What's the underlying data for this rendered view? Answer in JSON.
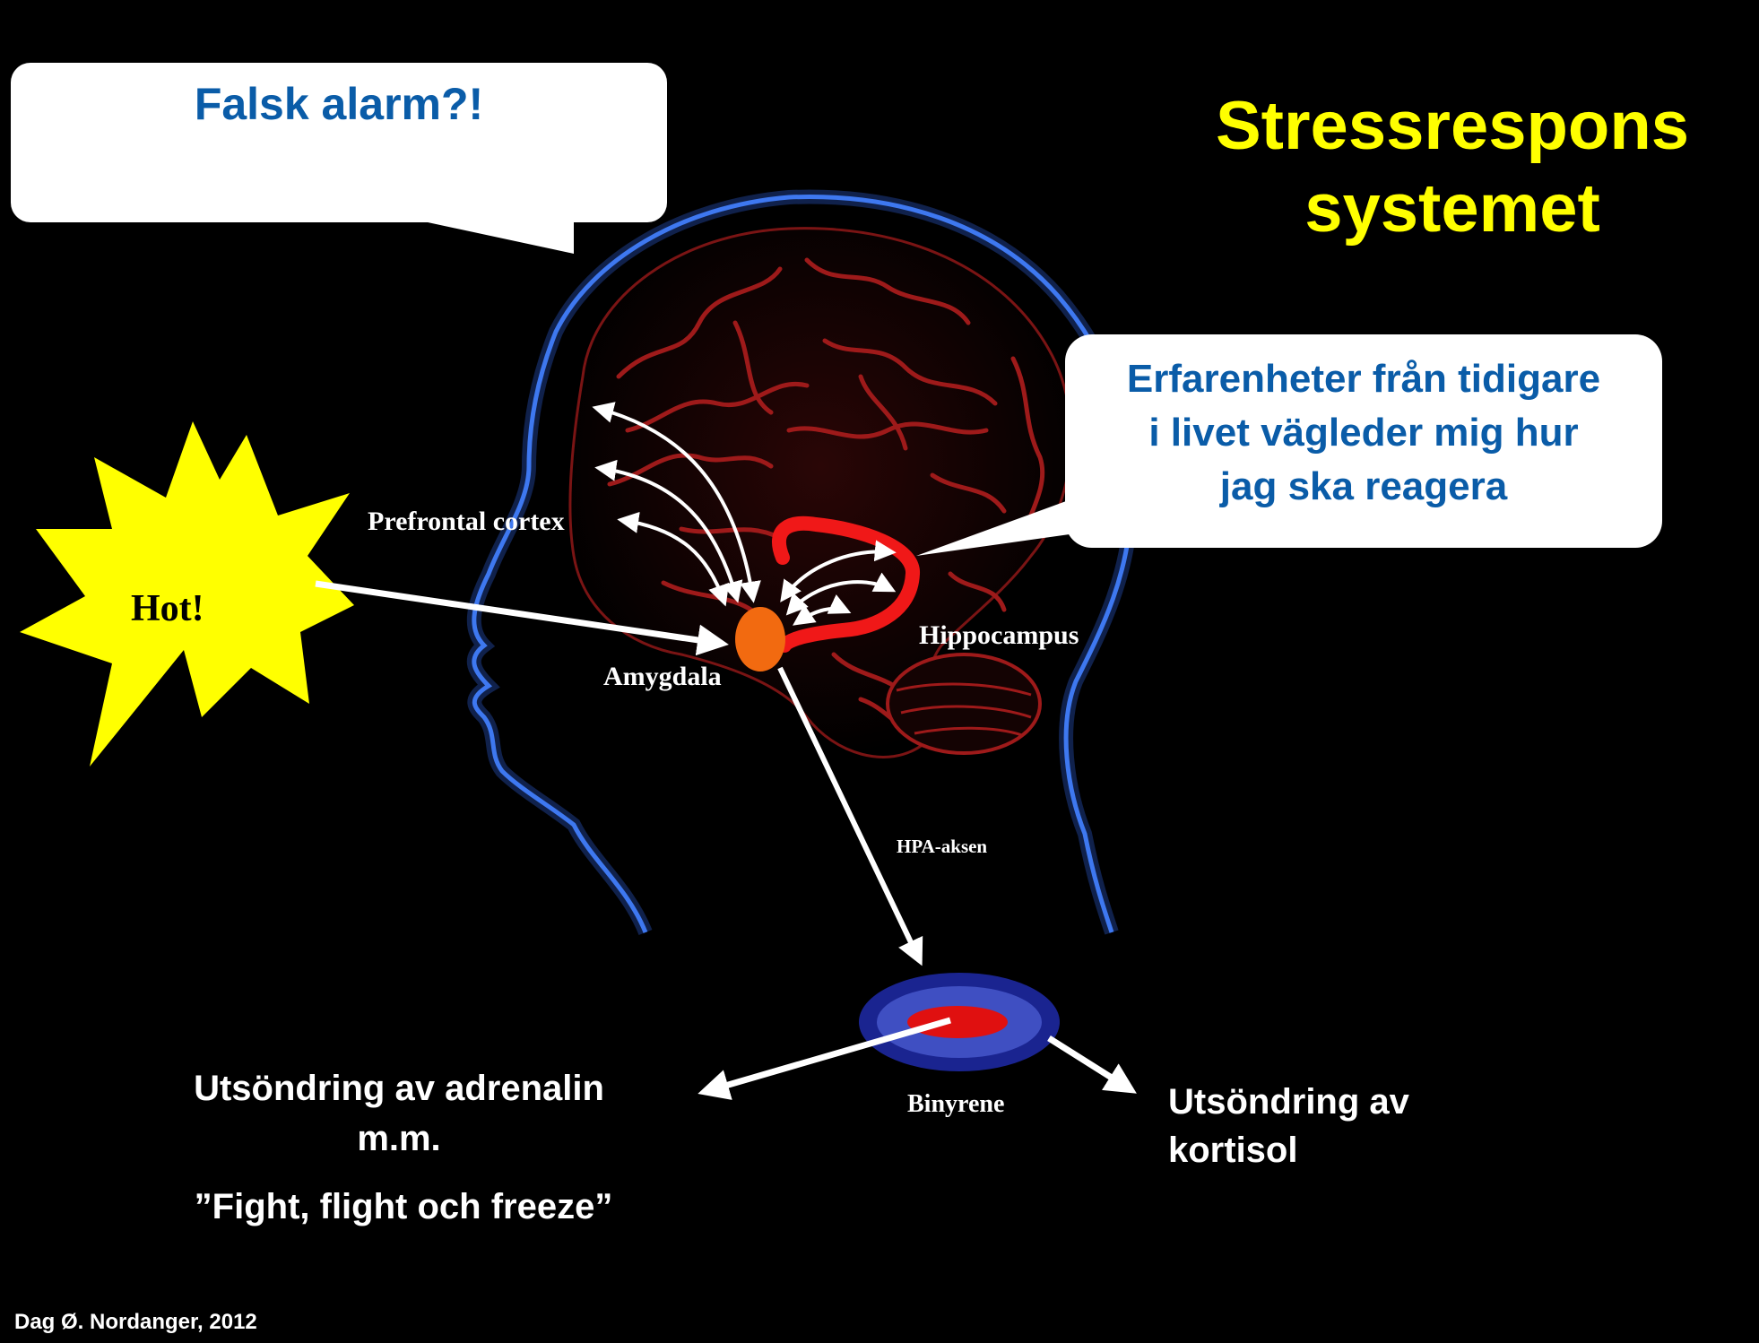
{
  "title": {
    "line1": "Stressrespons",
    "line2": "systemet"
  },
  "bubble_alarm": {
    "text": "Falsk alarm?!"
  },
  "bubble_experience": {
    "line1": "Erfarenheter från tidigare",
    "line2": "i livet vägleder mig hur",
    "line3": "jag ska reagera"
  },
  "labels": {
    "threat": "Hot!",
    "prefrontal": "Prefrontal cortex",
    "amygdala": "Amygdala",
    "hippocampus": "Hippocampus",
    "hpa": "HPA-aksen",
    "adrenal": "Binyrene"
  },
  "outputs": {
    "adrenaline_line1": "Utsöndring av adrenalin",
    "adrenaline_line2": "m.m.",
    "fight_flight": "”Fight, flight och freeze”",
    "cortisol_line1": "Utsöndring av",
    "cortisol_line2": "kortisol"
  },
  "credit": "Dag Ø. Nordanger, 2012",
  "colors": {
    "background": "#000000",
    "title": "#FFFF00",
    "bubble_text": "#0A5CA8",
    "head_glow": "#2E5FD6",
    "brain": "#9E1A1A",
    "hippocampus": "#F01818",
    "amygdala": "#F26A10",
    "threat_burst": "#FFFF00",
    "adrenal_outer": "#1A2490",
    "adrenal_mid": "#3F4FC2",
    "adrenal_core": "#E01010",
    "arrows": "#FFFFFF"
  }
}
